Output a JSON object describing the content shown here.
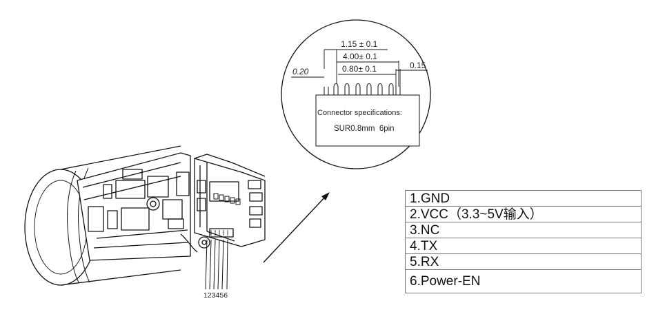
{
  "connector_callout": {
    "dimensions": {
      "pitch_span": "1.15 ± 0.1",
      "overall_span": "4.00± 0.1",
      "pin_pitch": "0.80± 0.1",
      "pin_width": "0.15",
      "edge_offset": "0.20"
    },
    "spec_title": "Connector specifications:",
    "spec_value": "SUR0.8mm  6pin"
  },
  "pin_numbers": "123456",
  "pinout": [
    {
      "label": "1.GND"
    },
    {
      "label": "2.VCC（3.3~5V输入）"
    },
    {
      "label": "3.NC"
    },
    {
      "label": "4.TX"
    },
    {
      "label": "5.RX"
    },
    {
      "label": "6.Power-EN"
    }
  ]
}
